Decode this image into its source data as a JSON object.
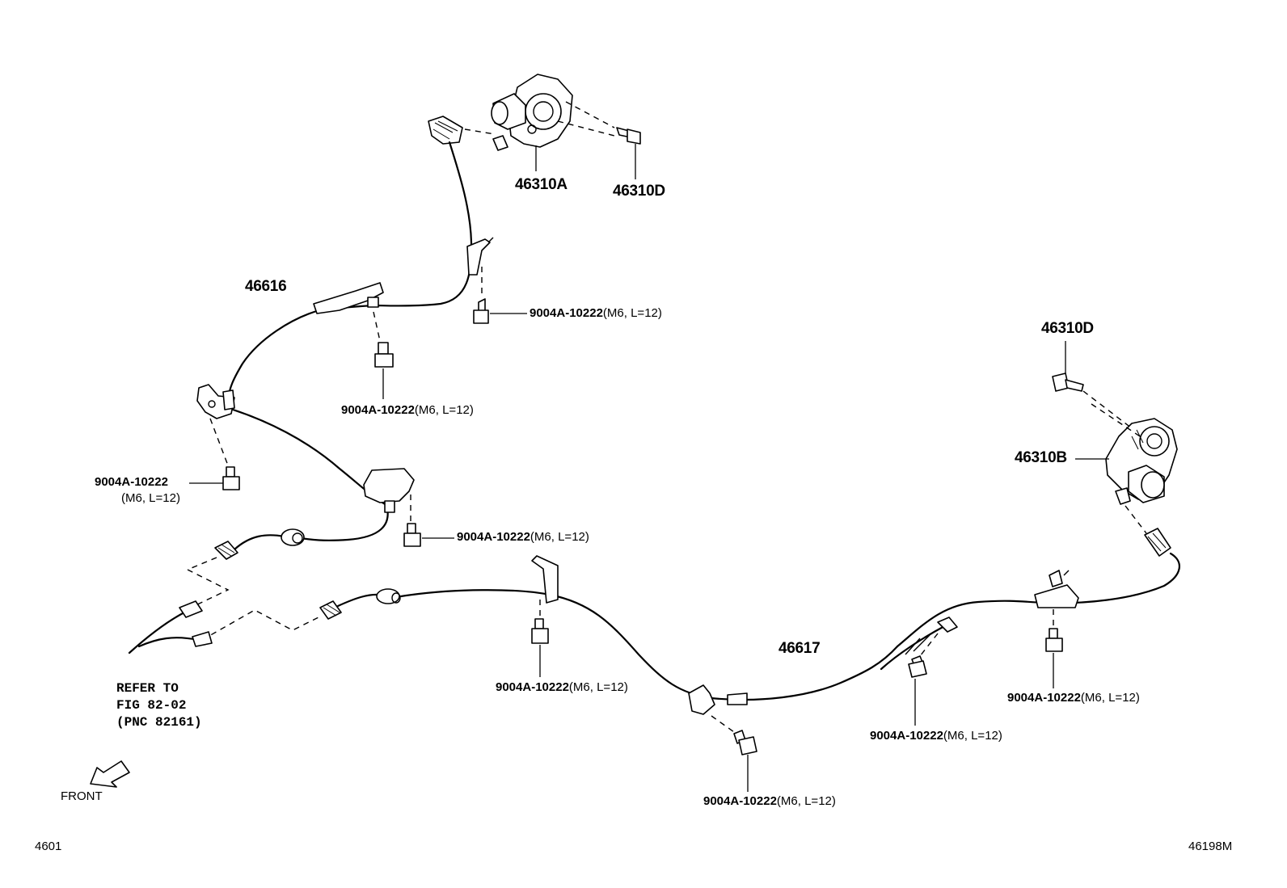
{
  "part_numbers": {
    "actuator_left": "46310A",
    "bolt_actuator_left": "46310D",
    "cable_left": "46616",
    "bolt_actuator_right": "46310D",
    "actuator_right": "46310B",
    "cable_right": "46617"
  },
  "bolt_part": "9004A-10222",
  "bolt_spec": "(M6, L=12)",
  "refer_note": {
    "line1": "REFER TO",
    "line2": "FIG 82-02",
    "line3": "(PNC 82161)"
  },
  "front_label": "FRONT",
  "page_code_left": "4601",
  "page_code_right": "46198M",
  "icons": [
    "front-arrow-icon",
    "bolt-icon",
    "actuator-motor-icon",
    "connector-icon"
  ]
}
